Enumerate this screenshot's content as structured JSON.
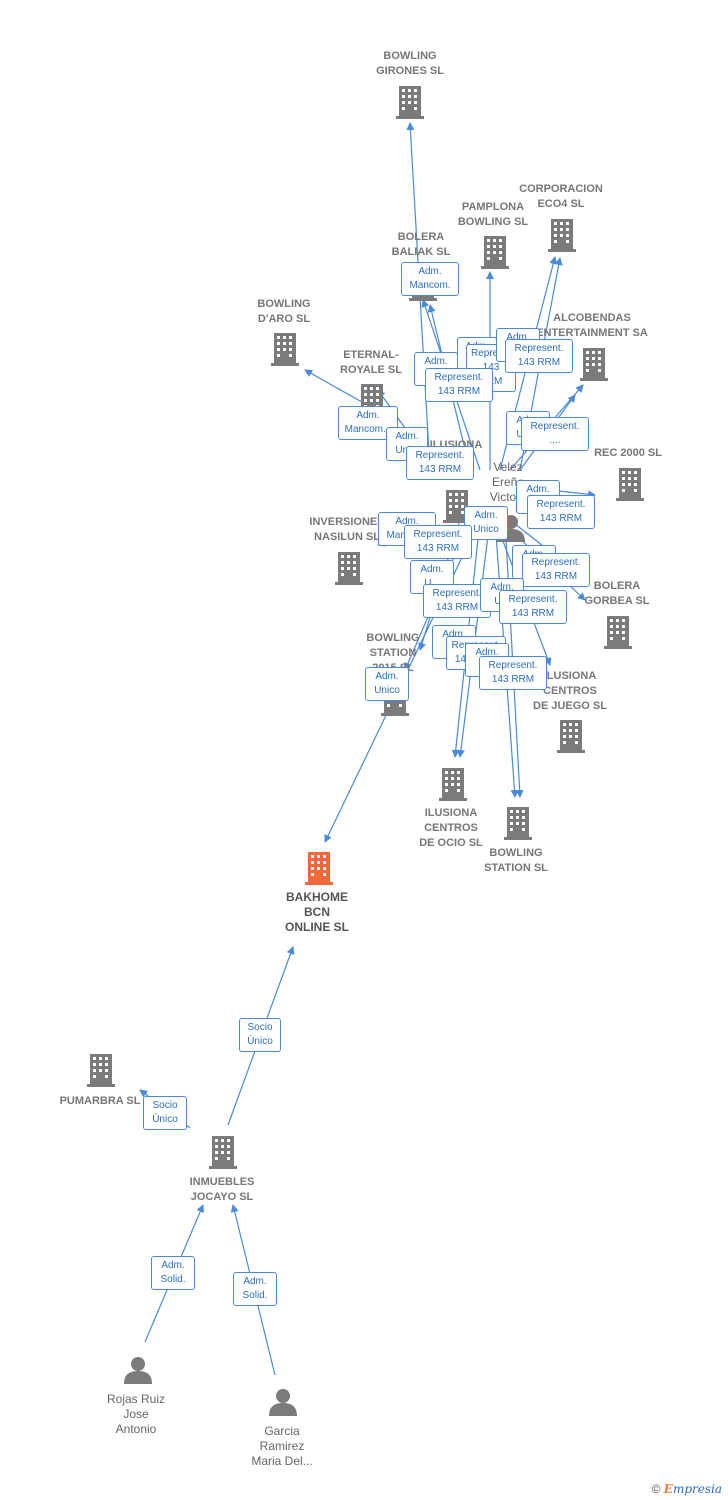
{
  "colors": {
    "edge": "#4a8ad6",
    "building": "#7b7b7b",
    "focus": "#f2683a",
    "person": "#7b7b7b"
  },
  "companies": {
    "bowling_girones": "BOWLING\nGIRONES SL",
    "corporacion_eco4": "CORPORACION\nECO4  SL",
    "pamplona_bowling": "PAMPLONA\nBOWLING SL",
    "bolera_baliak": "BOLERA\nBALIAK SL",
    "bowling_daro": "BOWLING\nD'ARO SL",
    "alcobendas": "ALCOBENDAS\nENTERTAINMENT SA",
    "eternal_royale": "ETERNAL-\nROYALE SL",
    "ilusiona_partial": "ILUSIONA\nN",
    "rec_2000": "REC 2000 SL",
    "inversiones_nasilun": "INVERSIONES\nNASILUN  SL",
    "bolera_gorbea": "BOLERA\nGORBEA SL",
    "bowling_station_2015": "BOWLING\nSTATION\n2015  SL",
    "ilusiona_centros_juego": "ILUSIONA\nCENTROS\nDE JUEGO SL",
    "ilusiona_centros_ocio": "ILUSIONA\nCENTROS\nDE OCIO SL",
    "bowling_station": "BOWLING\nSTATION SL",
    "bakhome": "BAKHOME\nBCN\nONLINE  SL",
    "pumarbra": "PUMARBRA SL",
    "inmuebles_jocayo": "INMUEBLES\nJOCAYO SL"
  },
  "persons": {
    "velez": "Velez\nEreño\nVicto...",
    "rojas": "Rojas Ruiz\nJose\nAntonio",
    "garcia": "Garcia\nRamirez\nMaria Del..."
  },
  "relations": {
    "adm_mancom": "Adm.\nMancom.",
    "adm_mancom_cut": "Adm.\nMancom...",
    "adm_unico": "Adm.\nUnico",
    "adm_unico_cut": "Adm.\nUni...",
    "represent": "Represent.\n143 RRM",
    "represent_dots": "Represent.\n....",
    "adm_cut": "Adm.\nU...",
    "socio_unico": "Socio\nÚnico",
    "adm_solid": "Adm.\nSolid."
  },
  "footer": {
    "copyright": "©",
    "brand_initial": "E",
    "brand_rest": "mpresia"
  }
}
